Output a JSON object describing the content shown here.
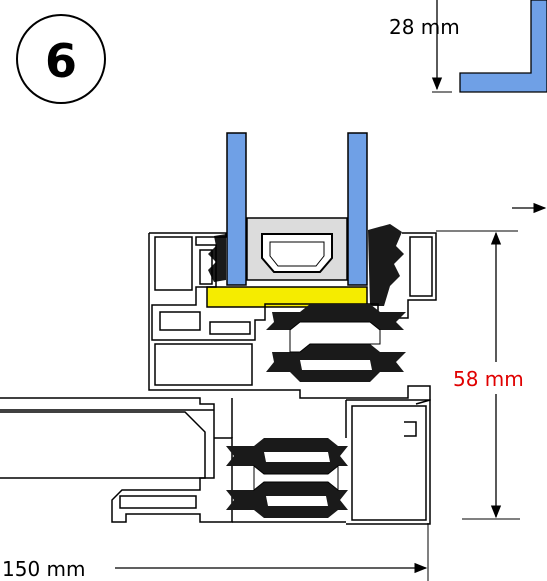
{
  "badge": {
    "number": "6"
  },
  "dimensions": {
    "glass_thickness": "28 mm",
    "frame_height": "58 mm",
    "frame_depth": "150 mm"
  },
  "colors": {
    "glass": "#6fa0e6",
    "spacer_yellow": "#f5ec00",
    "profile_line": "#000000",
    "gasket": "#1a1a1a",
    "spacer_fill": "#dcdcdc",
    "dimension_red": "#e00000",
    "text": "#000000"
  }
}
